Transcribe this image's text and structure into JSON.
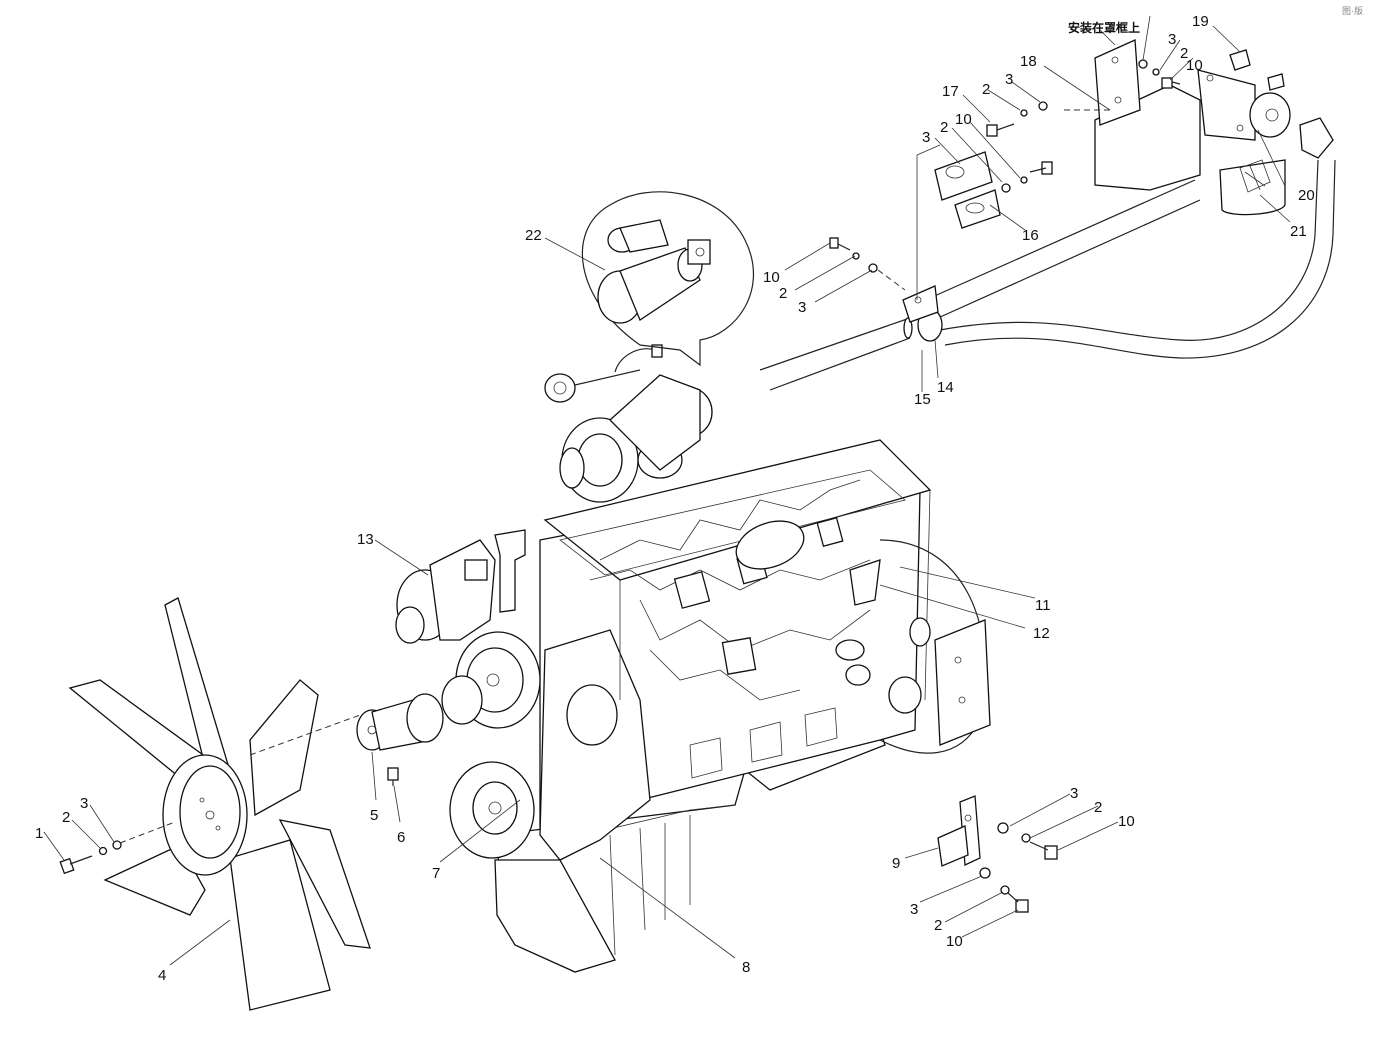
{
  "diagram": {
    "note_cn": "安装在罩框上",
    "watermark": "图·版",
    "callouts": {
      "c1": "1",
      "c2a": "2",
      "c3a": "3",
      "c4": "4",
      "c5": "5",
      "c6": "6",
      "c7": "7",
      "c8": "8",
      "c9": "9",
      "c3b": "3",
      "c2b": "2",
      "c10b": "10",
      "c3c": "3",
      "c2c": "2",
      "c10c": "10",
      "c11": "11",
      "c12": "12",
      "c13": "13",
      "c14": "14",
      "c15": "15",
      "c16": "16",
      "c17": "17",
      "c18": "18",
      "c19": "19",
      "c20": "20",
      "c21": "21",
      "c22": "22",
      "c10d": "10",
      "c2d": "2",
      "c3d": "3",
      "c3e": "3",
      "c2e": "2",
      "c10e": "10",
      "c2f": "2",
      "c3f": "3",
      "c3g": "3",
      "c2g": "2",
      "c10g": "10"
    }
  }
}
